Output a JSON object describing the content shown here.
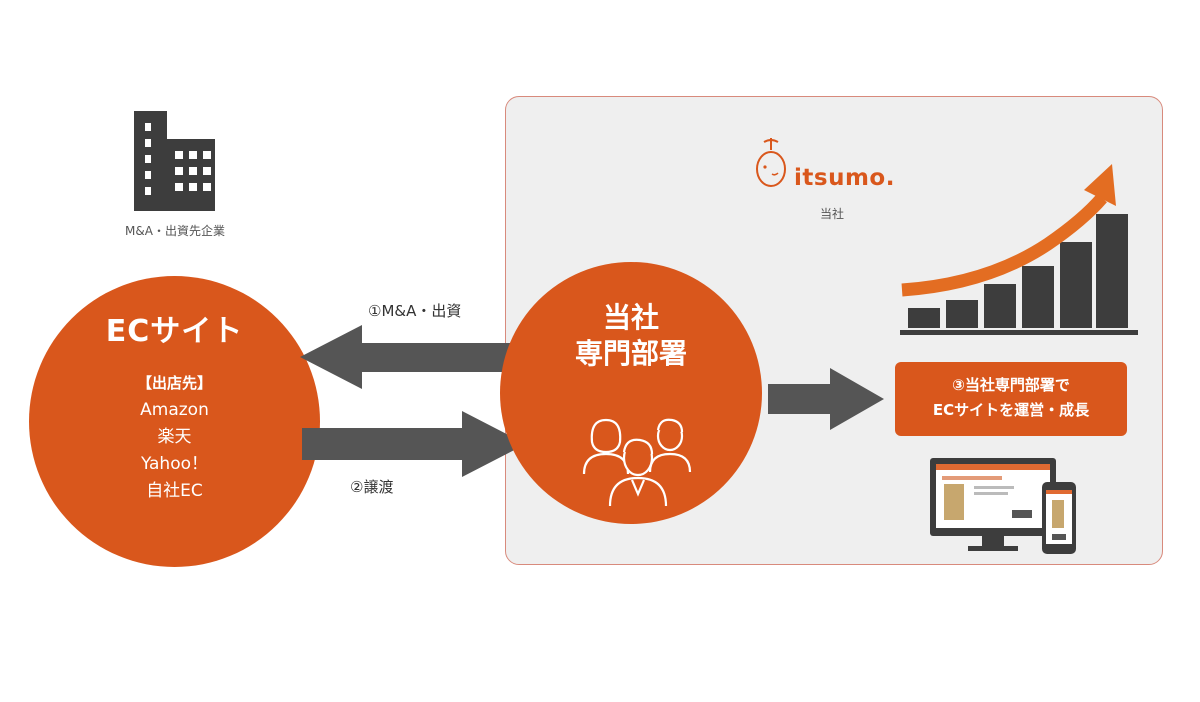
{
  "company": {
    "caption": "M&A・出資先企業"
  },
  "ec_site": {
    "title": "ECサイト",
    "channels_heading": "【出店先】",
    "channels": [
      "Amazon",
      "楽天",
      "Yahoo！",
      "自社EC"
    ]
  },
  "arrows": {
    "acquisition_label": "①M&A・出資",
    "transfer_label": "②譲渡"
  },
  "panel": {
    "logo_text": "itsumo.",
    "logo_caption": "当社"
  },
  "department": {
    "title_line1": "当社",
    "title_line2": "専門部署"
  },
  "operation": {
    "line1": "③当社専門部署で",
    "line2": "ECサイトを運営・成長"
  },
  "colors": {
    "accent": "#d9571c",
    "arrow": "#555555",
    "panel_bg": "#efefef",
    "panel_border": "#d88a7c",
    "building": "#3d3d3d"
  }
}
